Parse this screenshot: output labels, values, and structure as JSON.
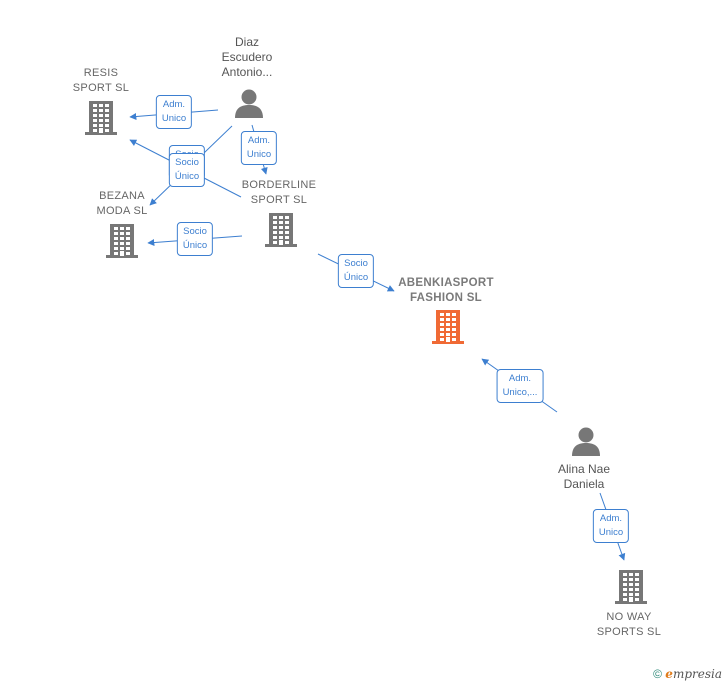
{
  "nodes": [
    {
      "id": "diaz",
      "kind": "person",
      "lines": [
        "Diaz",
        "Escudero",
        "Antonio..."
      ]
    },
    {
      "id": "resis",
      "kind": "company",
      "lines": [
        "RESIS",
        "SPORT  SL"
      ]
    },
    {
      "id": "bezana",
      "kind": "company",
      "lines": [
        "BEZANA",
        "MODA  SL"
      ]
    },
    {
      "id": "borderline",
      "kind": "company",
      "lines": [
        "BORDERLINE",
        "SPORT  SL"
      ]
    },
    {
      "id": "abenkia",
      "kind": "company-main",
      "lines": [
        "ABENKIASPORT",
        "FASHION  SL"
      ]
    },
    {
      "id": "alina",
      "kind": "person",
      "lines": [
        "Alina Nae",
        "Daniela"
      ]
    },
    {
      "id": "noway",
      "kind": "company",
      "lines": [
        "NO WAY",
        "SPORTS SL"
      ]
    }
  ],
  "edges": [
    {
      "from": "diaz",
      "to": "resis",
      "lines": [
        "Adm.",
        "Unico"
      ]
    },
    {
      "from": "diaz",
      "to": "borderline",
      "lines": [
        "Adm.",
        "Unico"
      ]
    },
    {
      "from": "borderline",
      "to": "resis",
      "lines": [
        "Socio",
        "Único"
      ]
    },
    {
      "from": "diaz",
      "to": "bezana",
      "lines": [
        "Socio",
        "Único"
      ]
    },
    {
      "from": "borderline",
      "to": "bezana",
      "lines": [
        "Socio",
        "Único"
      ]
    },
    {
      "from": "borderline",
      "to": "abenkia",
      "lines": [
        "Socio",
        "Único"
      ]
    },
    {
      "from": "alina",
      "to": "abenkia",
      "lines": [
        "Adm.",
        "Unico,..."
      ]
    },
    {
      "from": "alina",
      "to": "noway",
      "lines": [
        "Adm.",
        "Unico"
      ]
    }
  ],
  "colors": {
    "edge": "#3d7fd0",
    "node_icon": "#777777",
    "main_icon": "#f06a35"
  },
  "footer": {
    "copyright_symbol": "©",
    "brand_initial": "e",
    "brand_rest": "mpresia"
  }
}
